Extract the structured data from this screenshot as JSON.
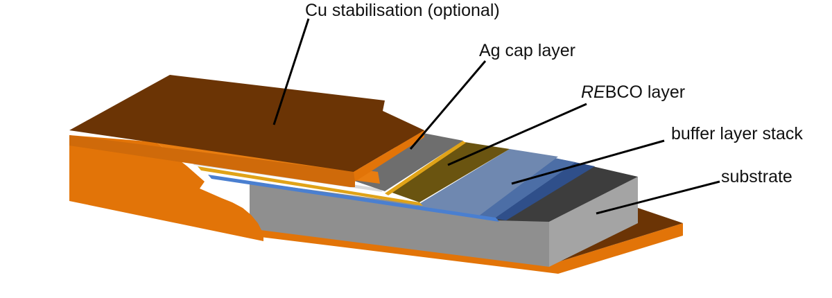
{
  "labels": {
    "cu_stabilisation": "Cu stabilisation (optional)",
    "ag_cap": "Ag cap layer",
    "rebco_prefix": "RE",
    "rebco_suffix": "BCO layer",
    "buffer_stack": "buffer layer stack",
    "substrate": "substrate"
  },
  "colors": {
    "cu_top": "#6b3405",
    "cu_side": "#e27408",
    "ag": "#6e6e6e",
    "ag_edge": "#d8d8d8",
    "rebco": "#6a5410",
    "rebco_edge": "#e0a318",
    "buffer": "#6f88b0",
    "buffer_dark": "#3d5a94",
    "substrate_top": "#3d3d3d",
    "substrate_side": "#8f8f8f",
    "leader": "#000000"
  }
}
